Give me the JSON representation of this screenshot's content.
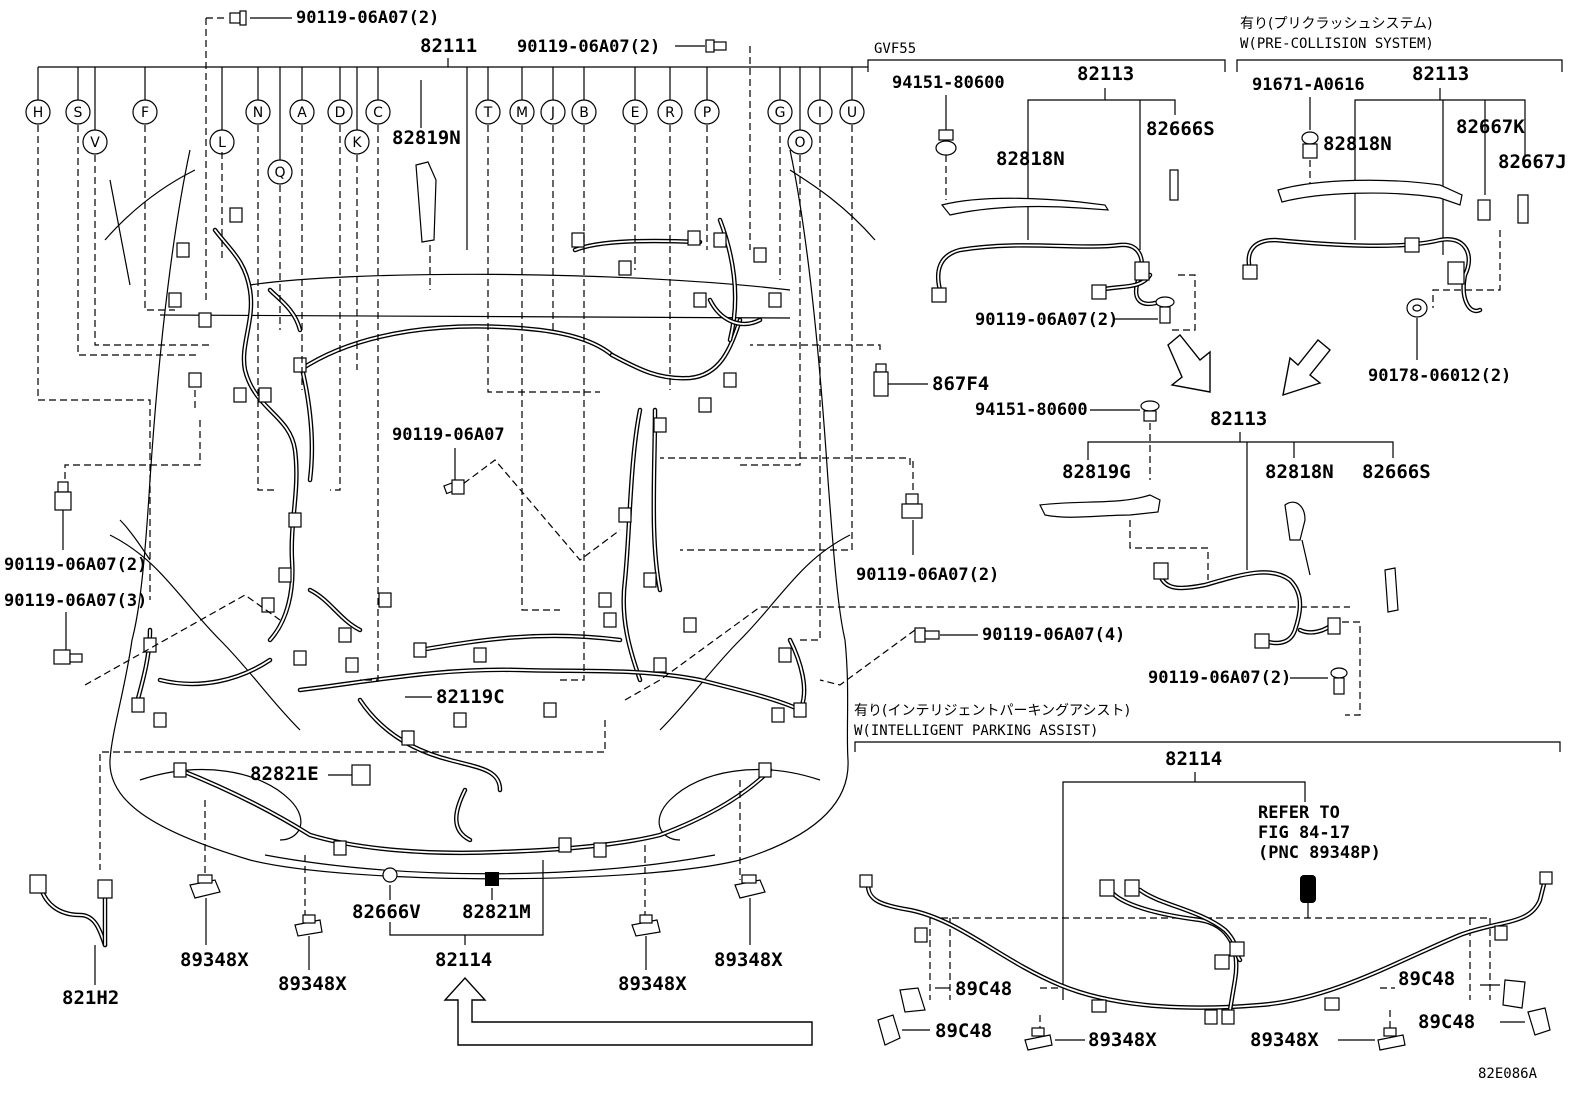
{
  "diagram": {
    "code": "82E086A",
    "main": {
      "top_part": "82111",
      "branch_letters": [
        "H",
        "S",
        "V",
        "F",
        "L",
        "N",
        "Q",
        "A",
        "D",
        "K",
        "C",
        "T",
        "M",
        "J",
        "B",
        "E",
        "R",
        "P",
        "G",
        "O",
        "I",
        "U"
      ],
      "labels": {
        "bolt_top_left": "90119-06A07(2)",
        "bolt_top_right": "90119-06A07(2)",
        "part_82819N": "82819N",
        "part_867F4": "867F4",
        "bolt_center": "90119-06A07",
        "bolt_left_2": "90119-06A07(2)",
        "bolt_left_3": "90119-06A07(3)",
        "bolt_right_2": "90119-06A07(2)",
        "bolt_right_4": "90119-06A07(4)",
        "part_82119C": "82119C",
        "part_82821E": "82821E",
        "part_82666V": "82666V",
        "part_82821M": "82821M",
        "part_82114": "82114",
        "part_821H2": "821H2",
        "part_89348X_1": "89348X",
        "part_89348X_2": "89348X",
        "part_89348X_3": "89348X",
        "part_89348X_4": "89348X"
      }
    },
    "gvf55": {
      "title": "GVF55",
      "parent": "82113",
      "clip": "94151-80600",
      "p1": "82818N",
      "p2": "82666S",
      "bolt": "90119-06A07(2)"
    },
    "pcs": {
      "title_jp": "有り(プリクラッシュシステム)",
      "title_en": "W(PRE-COLLISION SYSTEM)",
      "parent": "82113",
      "clip": "91671-A0616",
      "p1": "82818N",
      "p2": "82667K",
      "p3": "82667J",
      "grommet": "90178-06012(2)"
    },
    "std": {
      "parent": "82113",
      "clip": "94151-80600",
      "p1": "82819G",
      "p2": "82818N",
      "p3": "82666S",
      "bolt": "90119-06A07(2)"
    },
    "ipa": {
      "title_jp": "有り(インテリジェントパーキングアシスト)",
      "title_en": "W(INTELLIGENT PARKING ASSIST)",
      "parent": "82114",
      "refer": [
        "REFER TO",
        "FIG 84-17",
        "(PNC 89348P)"
      ],
      "clip_a": "89C48",
      "clip_b": "89C48",
      "clip_c": "89C48",
      "clip_d": "89C48",
      "sensor_a": "89348X",
      "sensor_b": "89348X"
    }
  }
}
